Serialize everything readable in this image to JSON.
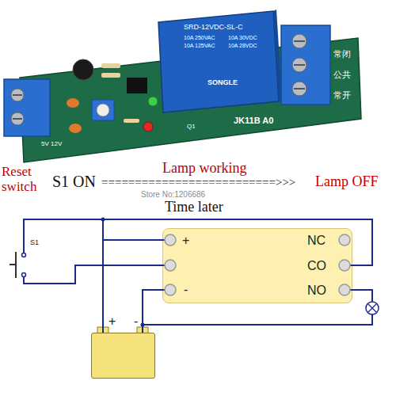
{
  "diagram": {
    "nodes": [
      {
        "text": [
          "+",
          "-",
          "NC",
          "CO",
          "NO"
        ]
      },
      {
        "text": [
          "+",
          "-"
        ]
      }
    ],
    "edges": [
      {
        "from": 1,
        "to": 0,
        "arrow": "none"
      },
      {
        "from": 1,
        "to": 0,
        "arrow": "none"
      },
      {
        "from": 1,
        "to": 0,
        "arrow": "none"
      }
    ],
    "labels": [
      "SRD-12VDC-SL-C",
      "10A 250VAC",
      "10A 125VAC",
      "10A 30VDC",
      "10A 28VDC",
      "SONGLE",
      "JK11B A0",
      "常闭",
      "公共",
      "常开",
      "5V 12V",
      "Q1",
      "Reset switch",
      "S1 ON",
      "Lamp working",
      "==========================>>>",
      "Store No:1206686",
      "Lamp OFF",
      "Time later",
      "S1"
    ]
  }
}
